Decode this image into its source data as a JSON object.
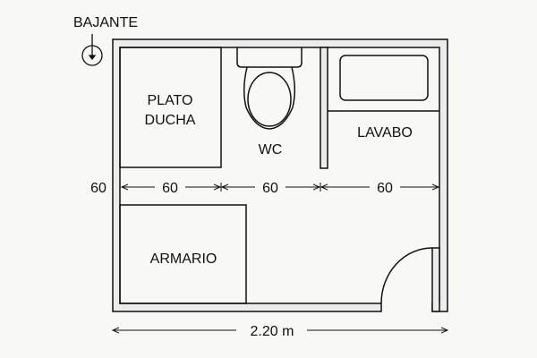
{
  "labels": {
    "bajante": "BAJANTE",
    "shower_line1": "PLATO",
    "shower_line2": "DUCHA",
    "wc": "WC",
    "lavabo": "LAVABO",
    "armario": "ARMARIO"
  },
  "dimensions": {
    "left_depth": "60",
    "shower_width": "60",
    "wc_width": "60",
    "lavabo_width": "60",
    "total_width": "2.20 m"
  },
  "colors": {
    "wall_fill": "#ececec",
    "line": "#111111",
    "background": "#f8f8f7"
  }
}
